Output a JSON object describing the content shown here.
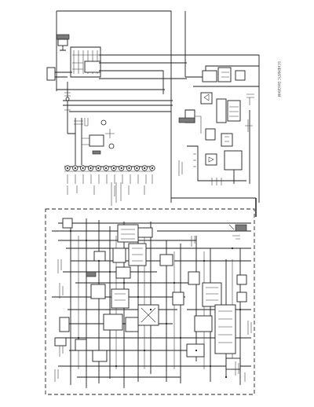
{
  "document": {
    "orientation": "rotated-90",
    "corner_note": "SCHEMATIC DIAGRAM"
  },
  "colors": {
    "ink": "#1e1e1e",
    "paper": "#ffffff",
    "fill_block": "#7a7a7a"
  },
  "connector": {
    "pin_count": 12
  }
}
